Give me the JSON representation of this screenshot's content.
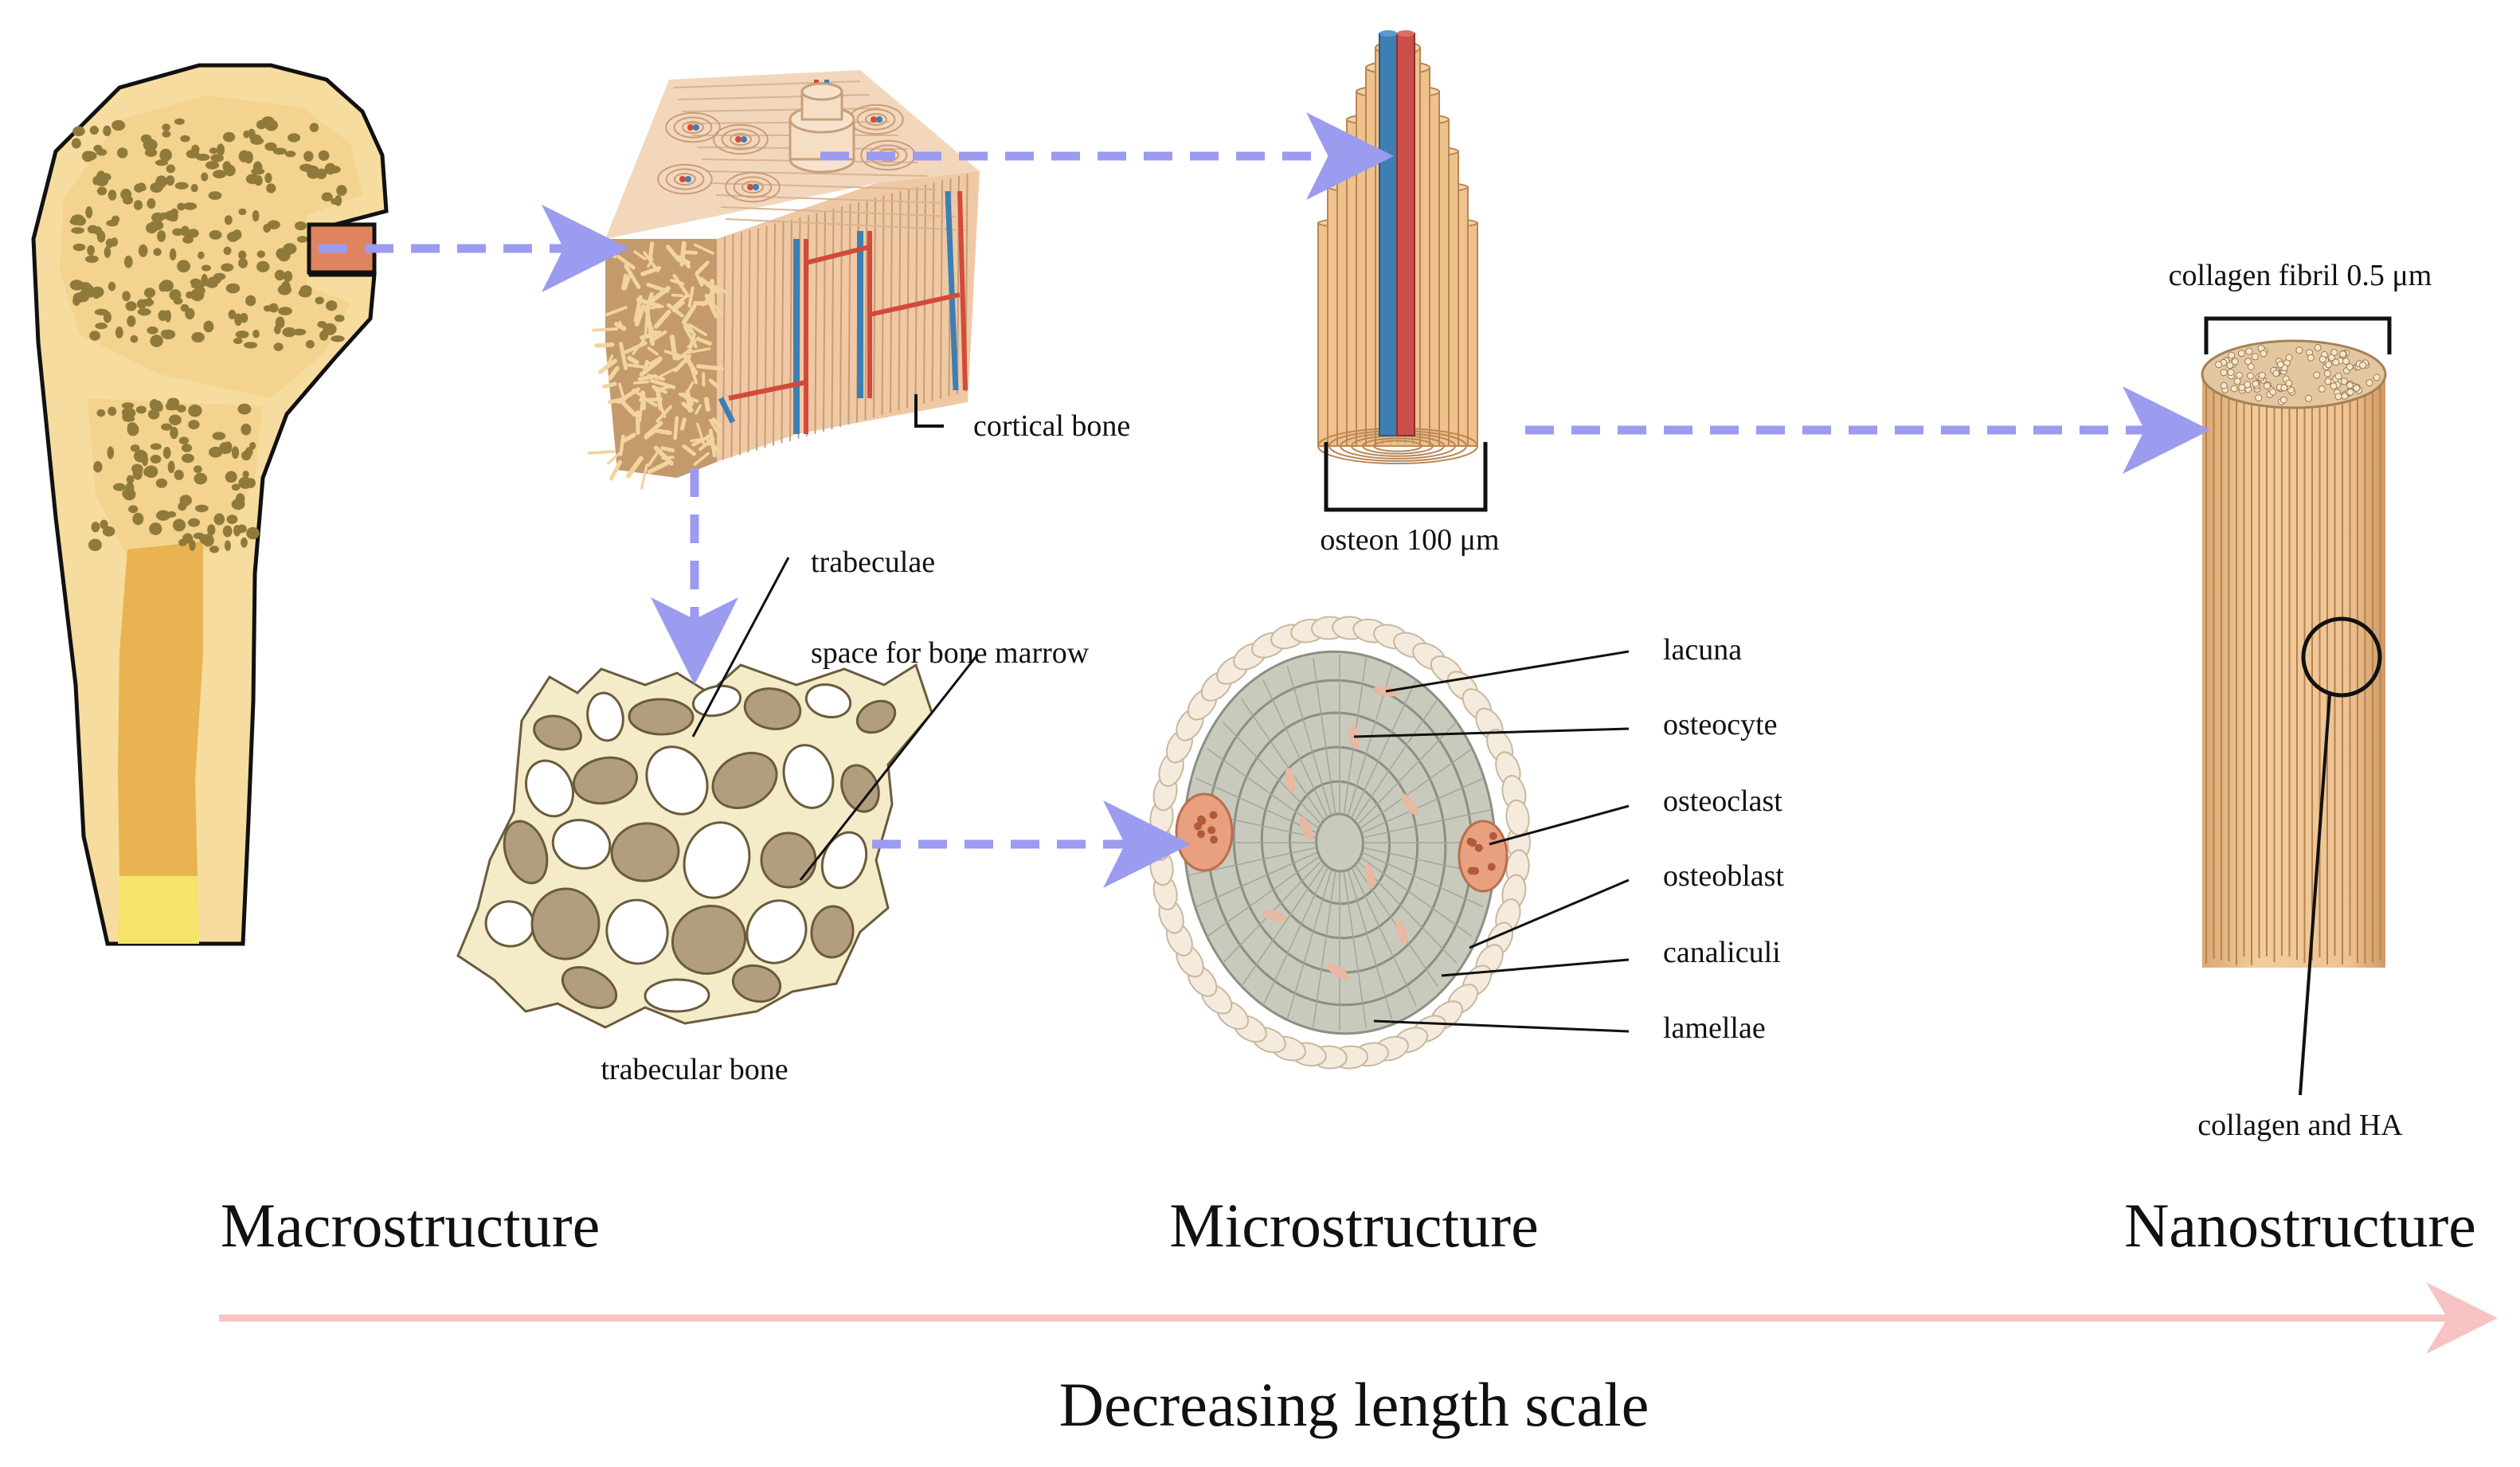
{
  "labels": {
    "cortical_bone": "cortical bone",
    "trabeculae": "trabeculae",
    "space_for_bone_marrow": "space for bone marrow",
    "trabecular_bone": "trabecular bone",
    "osteon": "osteon 100 μm",
    "collagen_fibril": "collagen fibril 0.5 μm",
    "collagen_and_ha": "collagen and HA",
    "lacuna": "lacuna",
    "osteocyte": "osteocyte",
    "osteoclast": "osteoclast",
    "osteoblast": "osteoblast",
    "canaliculi": "canaliculi",
    "lamellae": "lamellae"
  },
  "headings": {
    "macro": "Macrostructure",
    "micro": "Microstructure",
    "nano": "Nanostructure"
  },
  "scale_caption": "Decreasing length scale",
  "colors": {
    "bone_fill": "#f6dc9e",
    "bone_inner": "#f3d08a",
    "marrow_canal": "#e8b350",
    "marrow_tip": "#f5e36a",
    "pore": "#8f7a3c",
    "cortical": "#efc9a4",
    "osteon_fill": "#efc28c",
    "vessel_red": "#d24a3a",
    "vessel_blue": "#3d7fb5",
    "trab_light": "#f4ecc8",
    "trab_dark": "#b39d7f",
    "lamella_gray": "#c7cabd",
    "osteoclast": "#e8a07e",
    "fibril": "#efc28c",
    "flow_arrow": "#9b9bf0",
    "scale_arrow": "#f7c3c3"
  }
}
